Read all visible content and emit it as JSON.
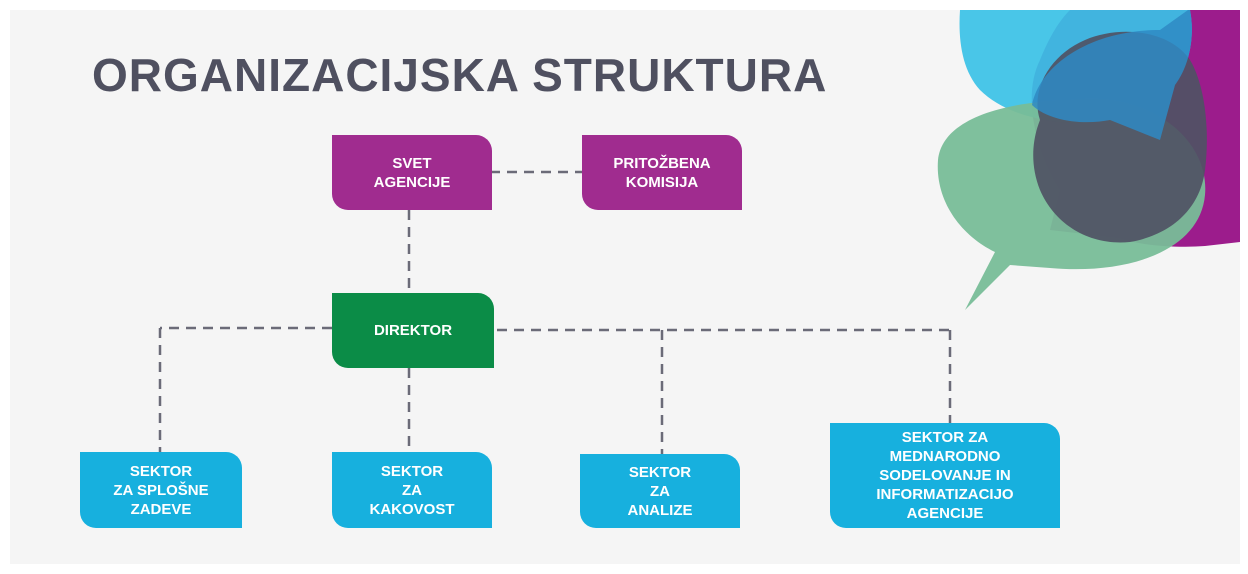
{
  "title": "ORGANIZACIJSKA STRUKTURA",
  "nodes": {
    "svet": "SVET\nAGENCIJE",
    "pritozbena": "PRITOŽBENA\nKOMISIJA",
    "direktor": "DIREKTOR",
    "splosne": "SEKTOR\nZA SPLOŠNE\nZADEVE",
    "kakovost": "SEKTOR\nZA\nKAKOVOST",
    "analize": "SEKTOR\nZA\nANALIZE",
    "mednarodno": "SEKTOR ZA\nMEDNARODNO\nSODELOVANJE IN\nINFORMATIZACIJO\nAGENCIJE"
  },
  "edges": [
    [
      "svet",
      "pritozbena"
    ],
    [
      "svet",
      "direktor"
    ],
    [
      "direktor",
      "splosne"
    ],
    [
      "direktor",
      "kakovost"
    ],
    [
      "direktor",
      "analize"
    ],
    [
      "direktor",
      "mednarodno"
    ]
  ],
  "colors": {
    "title": "#4f5060",
    "board": "#a02c8f",
    "director": "#0b8c47",
    "sector": "#17b0de",
    "connector": "#6b6b78",
    "bubble_blue": "#39c1e6",
    "bubble_green": "#78bd98",
    "bubble_purple": "#9c1c8c",
    "bubble_overlap": "#4f5264"
  }
}
